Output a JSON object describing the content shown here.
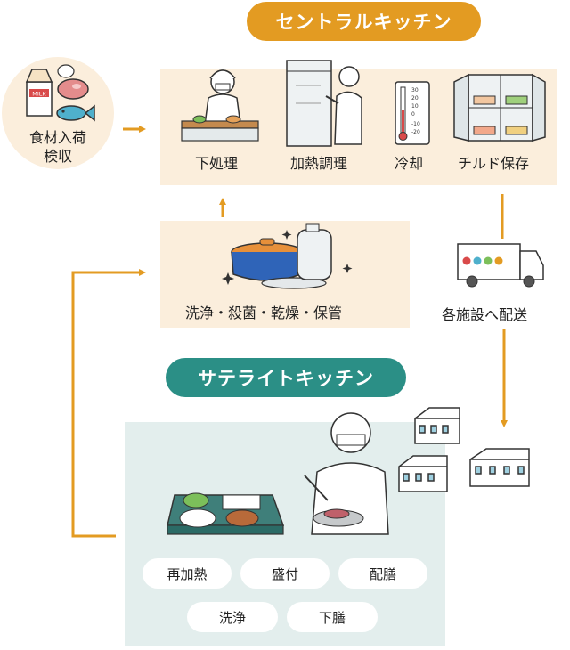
{
  "central_kitchen": {
    "title": "セントラルキッチン",
    "steps": [
      "下処理",
      "加熱調理",
      "冷却",
      "チルド保存"
    ]
  },
  "intake": {
    "line1": "食材入荷",
    "line2": "検収"
  },
  "milk_label": "MILK",
  "thermometer_ticks": [
    "30",
    "20",
    "10",
    "0",
    "-10",
    "-20"
  ],
  "wash": {
    "label": "洗浄・殺菌・乾燥・保管"
  },
  "delivery": {
    "label": "各施設へ配送"
  },
  "satellite_kitchen": {
    "title": "サテライトキッチン",
    "steps": [
      "再加熱",
      "盛付",
      "配膳",
      "洗浄",
      "下膳"
    ]
  },
  "colors": {
    "central_accent": "#e39b22",
    "satellite_accent": "#2b8f86",
    "cream_panel": "#fbeedc",
    "satellite_panel": "#e3eeed",
    "arrow": "#e39b22"
  }
}
